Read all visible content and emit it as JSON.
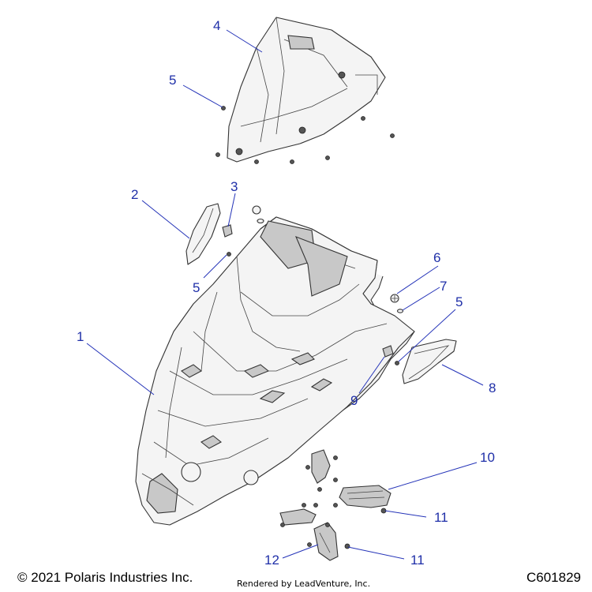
{
  "callouts": {
    "c1": "1",
    "c2": "2",
    "c3": "3",
    "c4": "4",
    "c5a": "5",
    "c5b": "5",
    "c5c": "5",
    "c6": "6",
    "c7": "7",
    "c8": "8",
    "c9": "9",
    "c10": "10",
    "c11a": "11",
    "c11b": "11",
    "c12": "12"
  },
  "footer": {
    "copyright": "© 2021 Polaris Industries Inc.",
    "rendered": "Rendered by LeadVenture, Inc.",
    "code": "C601829"
  },
  "colors": {
    "callout": "#1f2fa8",
    "line": "#333333"
  }
}
